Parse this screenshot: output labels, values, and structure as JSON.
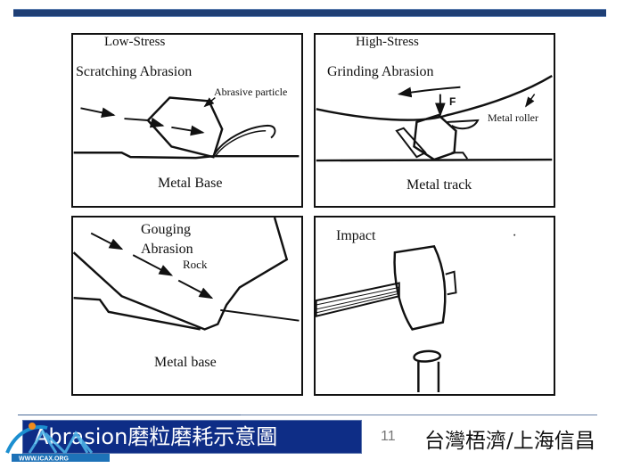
{
  "slide": {
    "page_number": "11",
    "company": "台灣梧濟/上海信昌",
    "title": "Abrasion磨粒磨耗示意圖",
    "logo_text": "WWW.ICAX.ORG",
    "accent_color": "#1f3f75",
    "banner_color": "#0e2d86"
  },
  "panels": [
    {
      "id": "low-stress",
      "heading": "Low-Stress",
      "subheading": "Scratching Abrasion",
      "labels": [
        "Abrasive particle"
      ],
      "base_label": "Metal Base"
    },
    {
      "id": "high-stress",
      "heading": "High-Stress",
      "subheading": "Grinding Abrasion",
      "labels": [
        "F",
        "Metal roller"
      ],
      "base_label": "Metal track"
    },
    {
      "id": "gouging",
      "heading": "Gouging",
      "subheading": "Abrasion",
      "labels": [
        "Rock"
      ],
      "base_label": "Metal base"
    },
    {
      "id": "impact",
      "heading": "Impact",
      "subheading": "",
      "labels": [],
      "base_label": ""
    }
  ]
}
